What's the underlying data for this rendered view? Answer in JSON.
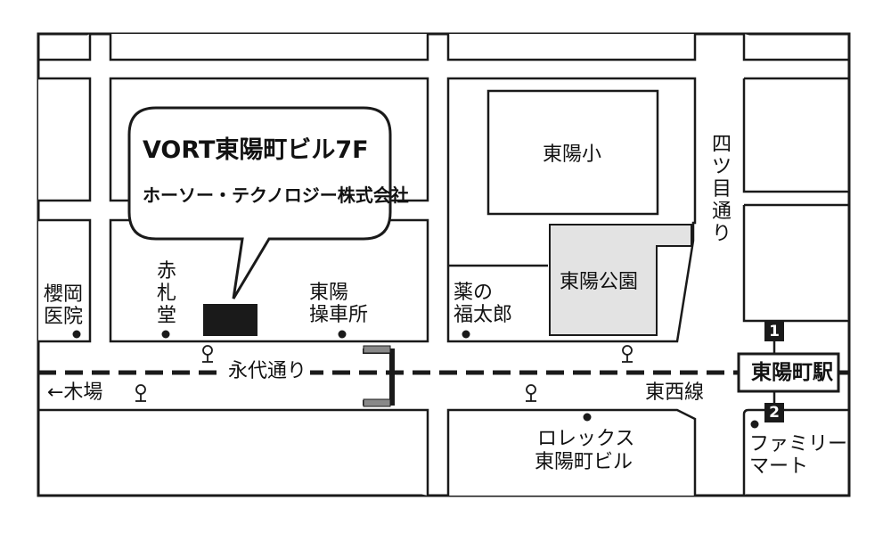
{
  "callout": {
    "title": "VORT東陽町ビル7F",
    "subtitle": "ホーソー・テクノロジー株式会社"
  },
  "landmarks": {
    "school": "東陽小",
    "park": "東陽公園",
    "street_vertical": "四ツ目通り",
    "street_horizontal": "永代通り",
    "rail_line": "東西線",
    "station": "東陽町駅",
    "direction_kiba": "←木場"
  },
  "pois": {
    "sakura_oka_l1": "櫻岡",
    "sakura_oka_l2": "医院",
    "akafuda": "赤札堂",
    "toyo_l1": "東陽",
    "toyo_l2": "操車所",
    "kusuri_l1": "薬の",
    "kusuri_l2": "福太郎",
    "rolex_l1": "ロレックス",
    "rolex_l2": "東陽町ビル",
    "famima_l1": "ファミリー",
    "famima_l2": "マート"
  },
  "exits": {
    "exit1": "1",
    "exit2": "2"
  },
  "colors": {
    "line": "#1a1a1a",
    "park_fill": "#e3e3e3",
    "building_fill": "#1a1a1a",
    "background": "#ffffff"
  }
}
